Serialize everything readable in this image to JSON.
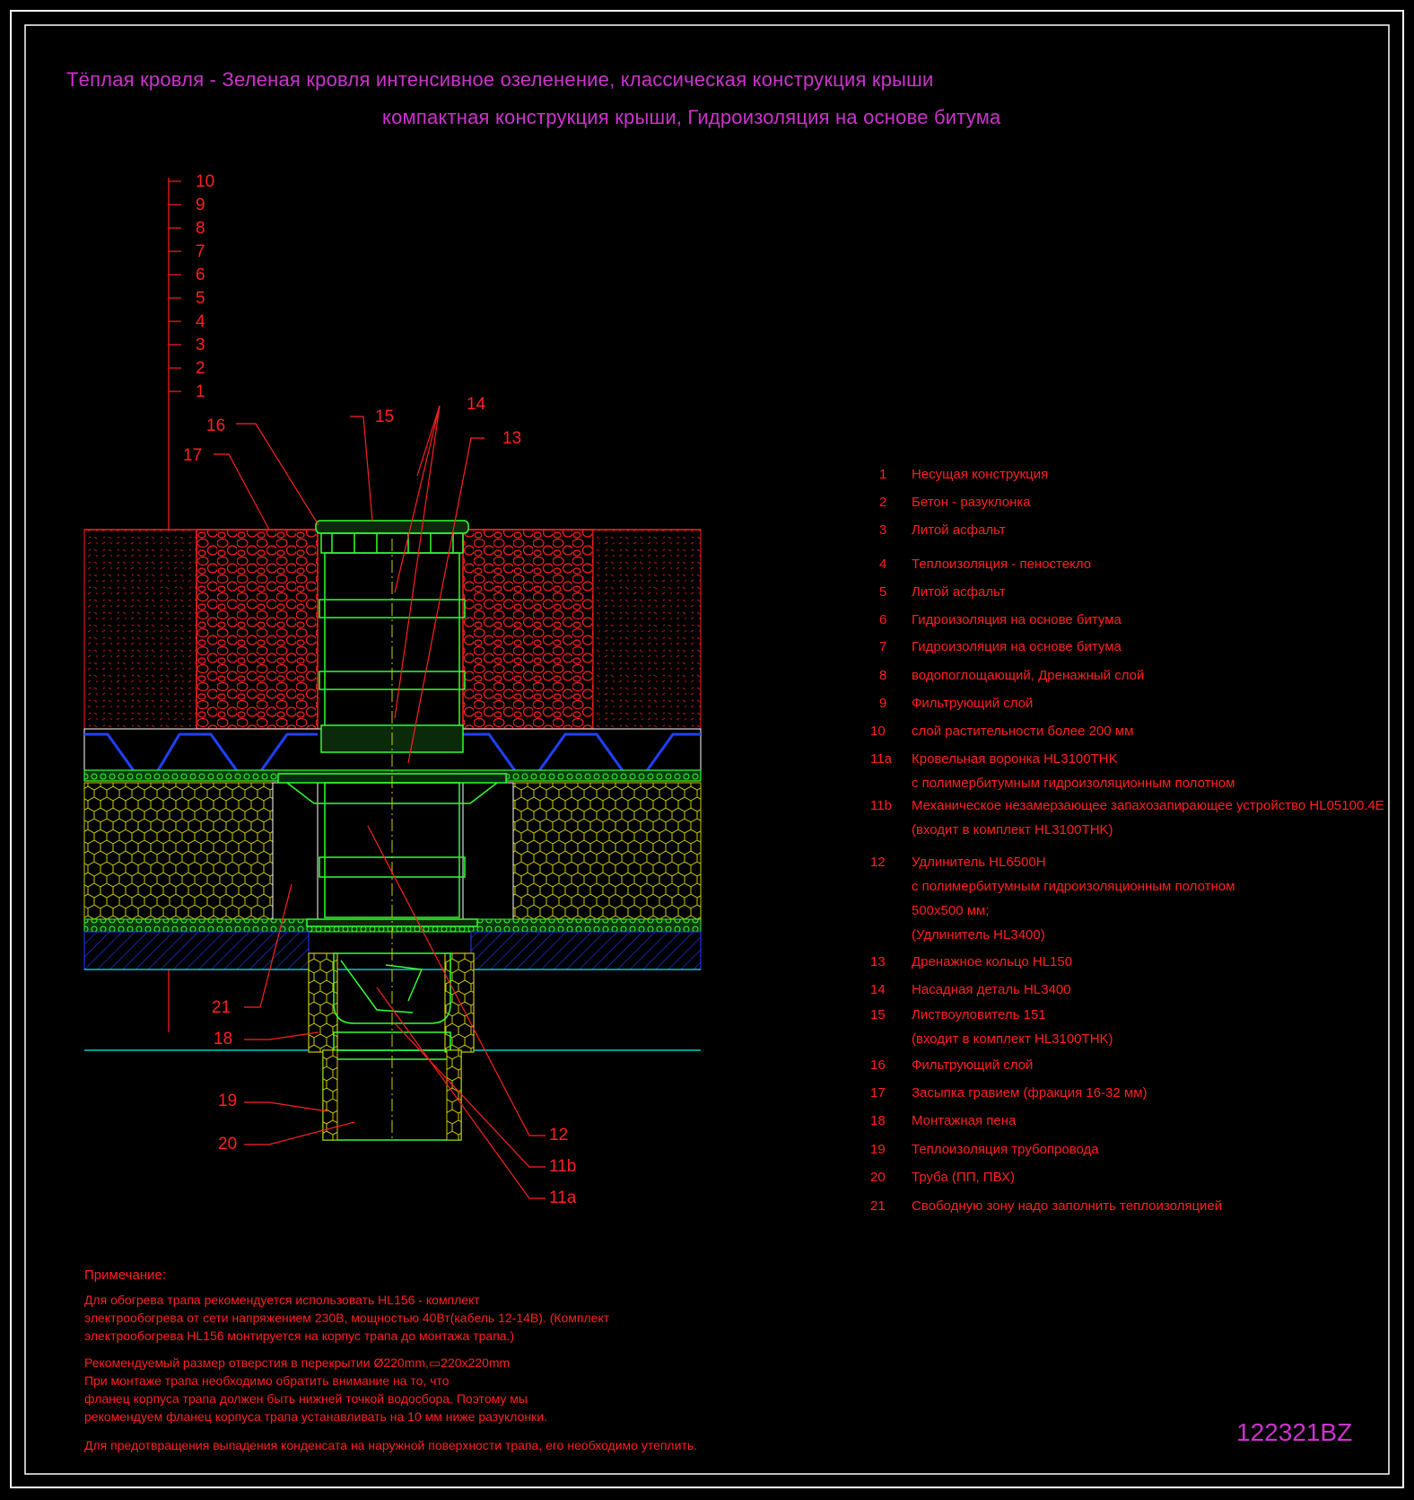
{
  "title": {
    "line1": "Тёплая кровля - Зеленая кровля интенсивное озеленение, классическая конструкция крыши",
    "line2": "компактная конструкция крыши, Гидроизоляция на основе битума"
  },
  "drawing_code": "122321BZ",
  "layer_scale": [
    "10",
    "9",
    "8",
    "7",
    "6",
    "5",
    "4",
    "3",
    "2",
    "1"
  ],
  "callouts": {
    "c16": "16",
    "c17": "17",
    "c15": "15",
    "c14": "14",
    "c13": "13",
    "c21": "21",
    "c18": "18",
    "c19": "19",
    "c20": "20",
    "c12": "12",
    "c11b": "11b",
    "c11a": "11a"
  },
  "legend": [
    {
      "num": "1",
      "lines": [
        "Несущая конструкция"
      ]
    },
    {
      "num": "2",
      "lines": [
        "Бетон - разуклонка"
      ]
    },
    {
      "num": "3",
      "lines": [
        "Литой асфальт"
      ]
    },
    {
      "num": "4",
      "lines": [
        "Теплоизоляция - пеностекло"
      ]
    },
    {
      "num": "5",
      "lines": [
        "Литой асфальт"
      ]
    },
    {
      "num": "6",
      "lines": [
        "Гидроизоляция на основе битума"
      ]
    },
    {
      "num": "7",
      "lines": [
        "Гидроизоляция на основе битума"
      ]
    },
    {
      "num": "8",
      "lines": [
        "водопоглощающий, Дренажный слой"
      ]
    },
    {
      "num": "9",
      "lines": [
        "Фильтрующий слой"
      ]
    },
    {
      "num": "10",
      "lines": [
        "слой растительности более 200 мм"
      ]
    },
    {
      "num": "11a",
      "lines": [
        "Кровельная воронка HL3100THK",
        "с полимербитумным гидроизоляционным полотном"
      ]
    },
    {
      "num": "11b",
      "lines": [
        "Механическое незамерзающее запахозапирающее устройство HL05100.4E",
        "(входит в комплект HL3100THK)"
      ]
    },
    {
      "num": "12",
      "lines": [
        "Удлинитель HL6500H",
        " с полимербитумным гидроизоляционным полотном",
        "500x500 мм;",
        "(Удлинитель HL3400)"
      ]
    },
    {
      "num": "13",
      "lines": [
        "Дренажное кольцо HL150"
      ]
    },
    {
      "num": "14",
      "lines": [
        "Насадная деталь HL3400"
      ]
    },
    {
      "num": "15",
      "lines": [
        "Листвоуловитель 151",
        "(входит в комплект HL3100THK)"
      ]
    },
    {
      "num": "16",
      "lines": [
        "Фильтрующий слой"
      ]
    },
    {
      "num": "17",
      "lines": [
        "Засыпка гравием (фракция 16-32 мм)"
      ]
    },
    {
      "num": "18",
      "lines": [
        "Монтажная пена"
      ]
    },
    {
      "num": "19",
      "lines": [
        "Теплоизоляция трубопровода"
      ]
    },
    {
      "num": "20",
      "lines": [
        "Труба (ПП, ПВХ)"
      ]
    },
    {
      "num": "21",
      "lines": [
        "Свободную зону надо заполнить теплоизоляцией"
      ]
    }
  ],
  "notes": {
    "heading": "Примечание:",
    "p1": "Для обогрева трапа рекомендуется использовать HL156 - комплект",
    "p2": "электрообогрева от сети напряжением 230В, мощностью 40Вт(кабель 12-14В). (Комплект",
    "p3": "электрообогрева HL156 монтируется на корпус трапа до монтажа трапа.)",
    "p4": "Рекомендуемый размер отверстия в перекрытии Ø220mm,▭220x220mm",
    "p5": "При монтаже трапа необходимо обратить внимание на то, что",
    "p6": "фланец корпуса трапа должен быть нижней точкой водосбора. Поэтому мы",
    "p7": "рекомендуем фланец корпуса трапа устанавливать на 10 мм ниже разуклонки.",
    "p8": "Для предотвращения выпадения конденсата на наружной поверхности трапа, его необходимо утеплить."
  },
  "colors": {
    "background": "#000000",
    "title": "#cc33cc",
    "annotation": "#ff2020",
    "green": "#33ff33",
    "yellow": "#cccc00",
    "blue": "#2040ff",
    "cyan": "#00cccc",
    "frame": "#ffffff"
  }
}
